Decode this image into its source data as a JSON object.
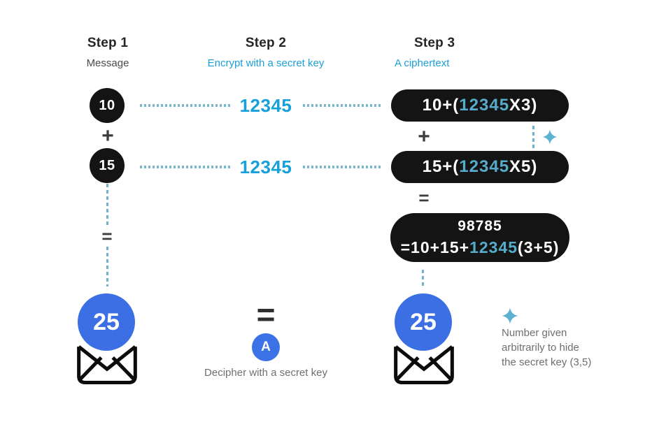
{
  "colors": {
    "accent_blue_text": "#18a0da",
    "subtitle_blue": "#1a9fd8",
    "teal_connector": "#79b7cf",
    "teal_key_in_pill": "#55accb",
    "sparkle_teal": "#5cb2d1",
    "pill_black": "#141414",
    "result_blue": "#3b6fe3"
  },
  "steps": {
    "step1": {
      "title": "Step 1",
      "subtitle": "Message"
    },
    "step2": {
      "title": "Step 2",
      "subtitle": "Encrypt with a secret key"
    },
    "step3": {
      "title": "Step 3",
      "subtitle": "A ciphertext"
    }
  },
  "message": {
    "value1": "10",
    "plus": "+",
    "value2": "15",
    "equals": "=",
    "sum": "25"
  },
  "encryption": {
    "key_row1": "12345",
    "key_row2": "12345",
    "equals": "=",
    "badge": "A",
    "caption": "Decipher with a secret key"
  },
  "ciphertext": {
    "expr1": {
      "prefix": "10+(",
      "key": "12345",
      "suffix": "X3)"
    },
    "plus": "+",
    "expr2": {
      "prefix": "15+(",
      "key": "12345",
      "suffix": "X5)"
    },
    "equals": "=",
    "sum": {
      "line1": "98785",
      "prefix": "=10+15+",
      "key": "12345",
      "suffix": "(3+5)"
    },
    "result": "25",
    "note_line1": "Number given",
    "note_line2": "arbitrarily to hide",
    "note_line3": "the secret key (3,5)"
  }
}
